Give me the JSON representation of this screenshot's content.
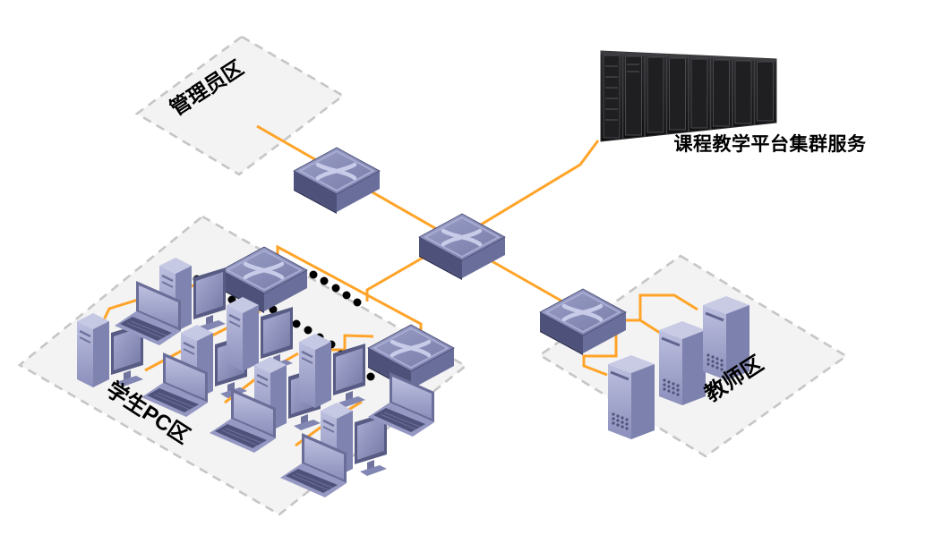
{
  "zones": {
    "admin": {
      "label": "管理员区"
    },
    "student": {
      "label": "学生PC区"
    },
    "teacher": {
      "label": "教师区"
    }
  },
  "server_cluster": {
    "label": "课程教学平台集群服务"
  },
  "style": {
    "link_color": "#FFA428",
    "zone_fill": "#F3F3F3",
    "zone_border": "#C6C6C6",
    "dot_color": "#000000",
    "device_light": "#B7BADE",
    "device_mid": "#8286B2",
    "device_dark": "#50547A",
    "rack_color": "#161616",
    "label_color": "#000000"
  }
}
